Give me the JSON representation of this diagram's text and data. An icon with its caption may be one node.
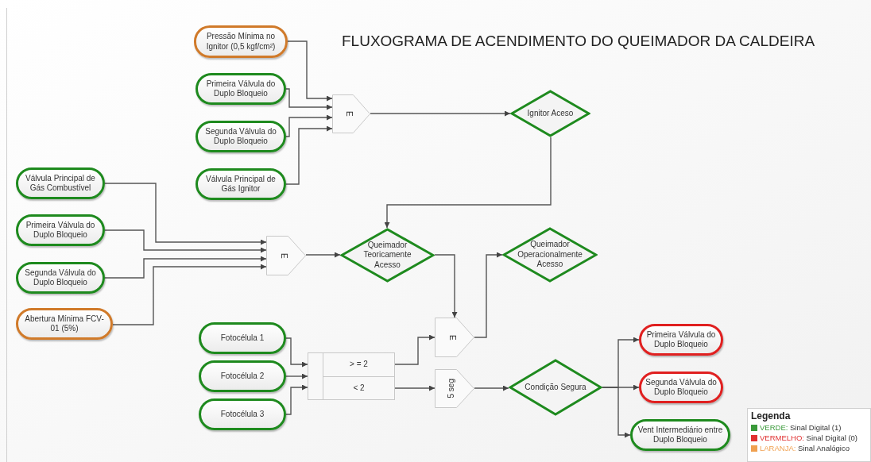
{
  "diagram": {
    "title": "FLUXOGRAMA DE ACENDIMENTO DO QUEIMADOR DA CALDEIRA",
    "nodes": [
      {
        "text": [
          "Pressão Mínima no Ignitor (0,5 kgf/cm²)"
        ]
      },
      {
        "text": [
          "Primeira Válvula do Duplo Bloqueio"
        ]
      },
      {
        "text": [
          "Segunda Válvula do Duplo Bloqueio"
        ]
      },
      {
        "text": [
          "Válvula Principal de Gás Ignitor"
        ]
      },
      {
        "text": [
          "E"
        ]
      },
      {
        "text": [
          "Ignitor Aceso"
        ]
      },
      {
        "text": [
          "Válvula Principal de Gás Combustível"
        ]
      },
      {
        "text": [
          "Primeira Válvula do Duplo Bloqueio"
        ]
      },
      {
        "text": [
          "Segunda Válvula do Duplo Bloqueio"
        ]
      },
      {
        "text": [
          "Abertura Mínima FCV-01 (5%)"
        ]
      },
      {
        "text": [
          "E"
        ]
      },
      {
        "text": [
          "Queimador Teoricamente Acesso"
        ]
      },
      {
        "text": [
          "Queimador Operacionalmente Acesso"
        ]
      },
      {
        "text": [
          "Fotocélula 1"
        ]
      },
      {
        "text": [
          "Fotocélula 2"
        ]
      },
      {
        "text": [
          "Fotocélula 3"
        ]
      },
      {
        "text": [
          "> = 2",
          "< 2"
        ]
      },
      {
        "text": [
          "E"
        ]
      },
      {
        "text": [
          "5 seg"
        ]
      },
      {
        "text": [
          "Condição Segura"
        ]
      },
      {
        "text": [
          "Primeira Válvula do Duplo Bloqueio"
        ]
      },
      {
        "text": [
          "Segunda Válvula do Duplo Bloqueio"
        ]
      },
      {
        "text": [
          "Vent Intermediário entre Duplo Bloqueio"
        ]
      }
    ],
    "edges": [
      {
        "from": 0,
        "to": 4,
        "arrow": "to"
      },
      {
        "from": 1,
        "to": 4,
        "arrow": "to"
      },
      {
        "from": 2,
        "to": 4,
        "arrow": "to"
      },
      {
        "from": 3,
        "to": 4,
        "arrow": "to"
      },
      {
        "from": 4,
        "to": 5,
        "arrow": "to"
      },
      {
        "from": 5,
        "to": 11,
        "arrow": "to"
      },
      {
        "from": 6,
        "to": 10,
        "arrow": "to"
      },
      {
        "from": 7,
        "to": 10,
        "arrow": "to"
      },
      {
        "from": 8,
        "to": 10,
        "arrow": "to"
      },
      {
        "from": 9,
        "to": 10,
        "arrow": "to"
      },
      {
        "from": 10,
        "to": 11,
        "arrow": "to"
      },
      {
        "from": 11,
        "to": 17,
        "arrow": "to"
      },
      {
        "from": 17,
        "to": 12,
        "arrow": "to"
      },
      {
        "from": 13,
        "to": 16,
        "arrow": "to"
      },
      {
        "from": 14,
        "to": 16,
        "arrow": "to"
      },
      {
        "from": 15,
        "to": 16,
        "arrow": "to"
      },
      {
        "from": 16,
        "to": 17,
        "arrow": "to"
      },
      {
        "from": 16,
        "to": 18,
        "arrow": "to"
      },
      {
        "from": 18,
        "to": 19,
        "arrow": "to"
      },
      {
        "from": 19,
        "to": 20,
        "arrow": "to"
      },
      {
        "from": 19,
        "to": 21,
        "arrow": "to"
      },
      {
        "from": 19,
        "to": 22,
        "arrow": "to"
      }
    ],
    "labels": [
      "Legenda"
    ],
    "legend": [
      {
        "text": "VERDE: Sinal Digital (1)",
        "color": "#3a9a3a"
      },
      {
        "text": "VERMELHO: Sinal Digital (0)",
        "color": "#e03030"
      },
      {
        "text": "LARANJA: Sinal Analógico",
        "color": "#f0a050"
      }
    ]
  }
}
